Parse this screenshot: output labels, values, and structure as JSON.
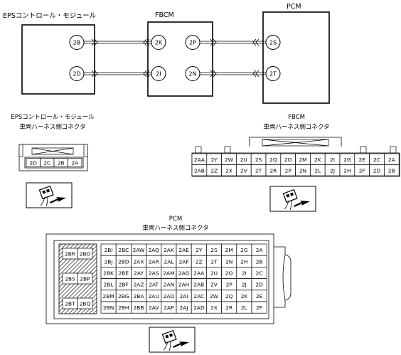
{
  "wiring": {
    "eps_label": "EPSコントロール・モジュール",
    "fbcm_label": "FBCM",
    "pcm_label": "PCM",
    "eps_pins": [
      "2B",
      "2D"
    ],
    "fbcm_left_pins": [
      "2K",
      "2I"
    ],
    "fbcm_right_pins": [
      "2P",
      "2N"
    ],
    "pcm_pins": [
      "2S",
      "2T"
    ]
  },
  "eps_connector": {
    "title": "EPSコントロール・モジュール",
    "subtitle": "車両ハーネス側コネクタ",
    "pins": [
      "2D",
      "2C",
      "2B",
      "2A"
    ]
  },
  "fbcm_connector": {
    "title": "FBCM",
    "subtitle": "車両ハーネス側コネクタ",
    "rows": [
      [
        "2AA",
        "2Y",
        "2W",
        "2U",
        "2S",
        "2Q",
        "2O",
        "2M",
        "2K",
        "2I",
        "2G",
        "2E",
        "2C",
        "2A"
      ],
      [
        "2AB",
        "2Z",
        "2X",
        "2V",
        "2T",
        "2R",
        "2P",
        "2N",
        "2L",
        "2J",
        "2H",
        "2F",
        "2D",
        "2B"
      ]
    ]
  },
  "pcm_connector": {
    "title": "PCM",
    "subtitle": "車両ハーネス側コネクタ",
    "left_pins": [
      [
        "2BR",
        "2BO"
      ],
      [
        "2BS",
        "2BP"
      ],
      [
        "2BT",
        "2BQ"
      ]
    ],
    "rows": [
      [
        "2BI",
        "2BC",
        "2AW",
        "2AQ",
        "2AK",
        "2AE",
        "2Y",
        "2S",
        "2M",
        "2G",
        "2A"
      ],
      [
        "2BJ",
        "2BD",
        "2AX",
        "2AR",
        "2AL",
        "2AF",
        "2Z",
        "2T",
        "2N",
        "2H",
        "2B"
      ],
      [
        "2BK",
        "2BE",
        "2AY",
        "2AS",
        "2AM",
        "2AG",
        "2AA",
        "2U",
        "2O",
        "2I",
        "2C"
      ],
      [
        "2BL",
        "2BF",
        "2AZ",
        "2AT",
        "2AN",
        "2AH",
        "2AB",
        "2V",
        "2P",
        "2J",
        "2D"
      ],
      [
        "2BM",
        "2BG",
        "2BA",
        "2AU",
        "2AO",
        "2AI",
        "2AC",
        "2W",
        "2Q",
        "2K",
        "2E"
      ],
      [
        "2BN",
        "2BH",
        "2BB",
        "2AV",
        "2AP",
        "2AJ",
        "2AD",
        "2X",
        "2R",
        "2L",
        "2F"
      ]
    ]
  }
}
